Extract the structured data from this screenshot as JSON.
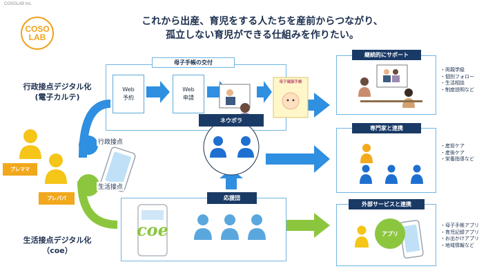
{
  "corp": "COSOLAB Inc.",
  "logo": {
    "line1": "COSO",
    "line2": "LAB"
  },
  "headline": {
    "line1": "これから出産、育児をする人たちを産前からつながり、",
    "line2": "孤立しない育児ができる仕組みを作りたい。"
  },
  "left": {
    "admin_title_l1": "行政接点デジタル化",
    "admin_title_l2": "(電子カルテ)",
    "life_title_l1": "生活接点デジタル化",
    "life_title_l2": "（coe）",
    "pre_mama": "プレママ",
    "pre_papa": "プレパパ",
    "admin_contact": "行政接点",
    "life_contact": "生活接点"
  },
  "top_panel": {
    "header": "母子手帳の交付",
    "web_reserve_l1": "Web",
    "web_reserve_l2": "予約",
    "web_apply_l1": "Web",
    "web_apply_l2": "申請",
    "booklet": "母子健康手帳"
  },
  "middle": {
    "neuvola": "ネウボラ",
    "supporters": "応援団"
  },
  "bottom_panel": {
    "coe_logo": "coe"
  },
  "right": {
    "box1": {
      "title": "継続的にサポート",
      "items": [
        "・両親学級",
        "・個別フォロー",
        "・生活相談",
        "・制度説明など"
      ]
    },
    "box2": {
      "title": "専門家と連携",
      "items": [
        "・産前ケア",
        "・産後ケア",
        "・栄養指導など"
      ]
    },
    "box3": {
      "title": "外部サービスと連携",
      "app": "アプリ",
      "items": [
        "・母子手帳アプリ",
        "・育児記録アプリ",
        "・お出かけアプリ",
        "・地域情報など"
      ]
    }
  },
  "colors": {
    "navy": "#1a3a66",
    "blue": "#2f8fe0",
    "light_blue": "#5aa7dd",
    "green": "#8cc63f",
    "orange": "#f2a81d",
    "yellow_person": "#f5c518"
  }
}
